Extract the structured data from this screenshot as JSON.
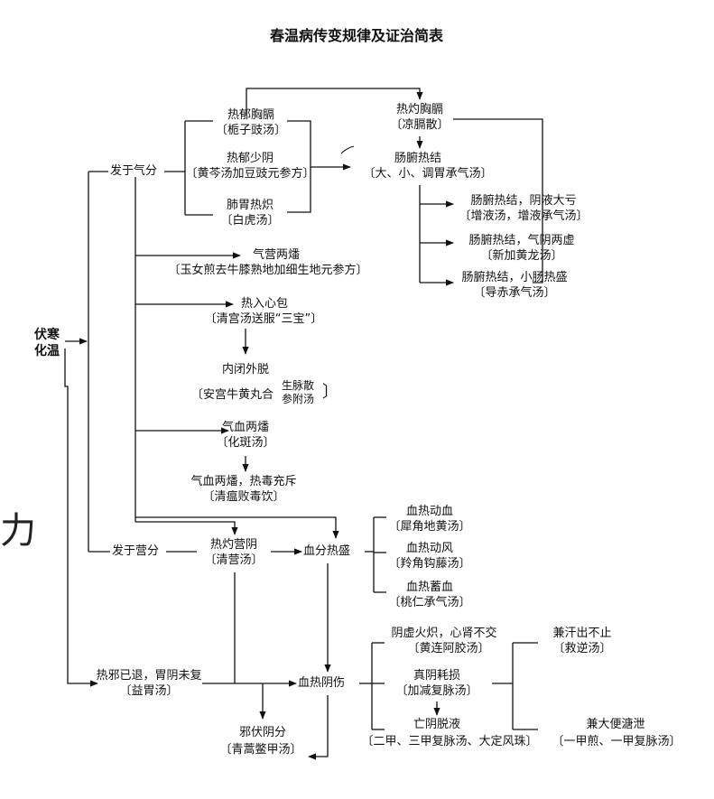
{
  "title": "春温病传变规律及证治简表",
  "root": "伏寒化温",
  "qi": {
    "label": "发于气分",
    "rejw": "热郁胸膈",
    "rejw_rx": "〔栀子豉汤〕",
    "reyushaoyin": "热郁少阴",
    "reyushaoyin_rx": "〔黄芩汤加豆豉元参方〕",
    "feiwei": "肺胃热炽",
    "feiwei_rx": "〔白虎汤〕",
    "rezhuo": "热灼胸膈",
    "rezhuo_rx": "〔凉膈散〕",
    "changfu": "肠腑热结",
    "changfu_rx": "〔大、小、调胃承气汤〕",
    "cf1": "肠腑热结，阴液大亏",
    "cf1_rx": "〔增液汤，增液承气汤〕",
    "cf2": "肠腑热结，气阴两虚",
    "cf2_rx": "〔新加黄龙汤〕",
    "cf3": "肠腑热结，小肠热盛",
    "cf3_rx": "〔导赤承气汤〕",
    "qiying": "气营两燔",
    "qiying_rx": "〔玉女煎去牛膝熟地加细生地元参方〕",
    "rexin": "热入心包",
    "rexin_rx": "〔清宫汤送服“三宝”〕",
    "neibi": "内闭外脱",
    "neibi_rx_a": "〔安宫牛黄丸合",
    "neibi_rx_b": "生脉散",
    "neibi_rx_c": "参附汤",
    "neibi_rx_d": "〕",
    "qixue": "气血两燔",
    "qixue_rx": "〔化斑汤〕",
    "qixue2": "气血两燔，热毒充斥",
    "qixue2_rx": "〔清瘟败毒饮〕"
  },
  "ying": {
    "label": "发于营分",
    "rezhuoying": "热灼营阴",
    "rezhuoying_rx": "〔清营汤〕",
    "xuefen": "血分热盛",
    "xr1": "血热动血",
    "xr1_rx": "〔犀角地黄汤〕",
    "xr2": "血热动风",
    "xr2_rx": "〔羚角钩藤汤〕",
    "xr3": "血热蓄血",
    "xr3_rx": "〔桃仁承气汤〕"
  },
  "late": {
    "rexie": "热邪已退，胃阴未复",
    "rexie_rx": "〔益胃汤〕",
    "xuereyin": "血热阴伤",
    "yinxu": "阴虚火炽，心肾不交",
    "yinxu_rx": "〔黄连阿胶汤〕",
    "zhenyin": "真阴耗损",
    "zhenyin_rx": "〔加减复脉汤〕",
    "wangyin": "亡阴脱液",
    "wangyin_rx": "〔二甲、三甲复脉汤、大定风珠〕",
    "jianhan": "兼汗出不止",
    "jianhan_rx": "〔救逆汤〕",
    "jianda": "兼大便溏泄",
    "jianda_rx": "〔一甲煎、一甲复脉汤〕",
    "xiefu": "邪伏阴分",
    "xiefu_rx": "〔青蒿鳖甲汤〕"
  },
  "edge_mark": "力",
  "colors": {
    "ink": "#111111",
    "paper": "#ffffff"
  }
}
